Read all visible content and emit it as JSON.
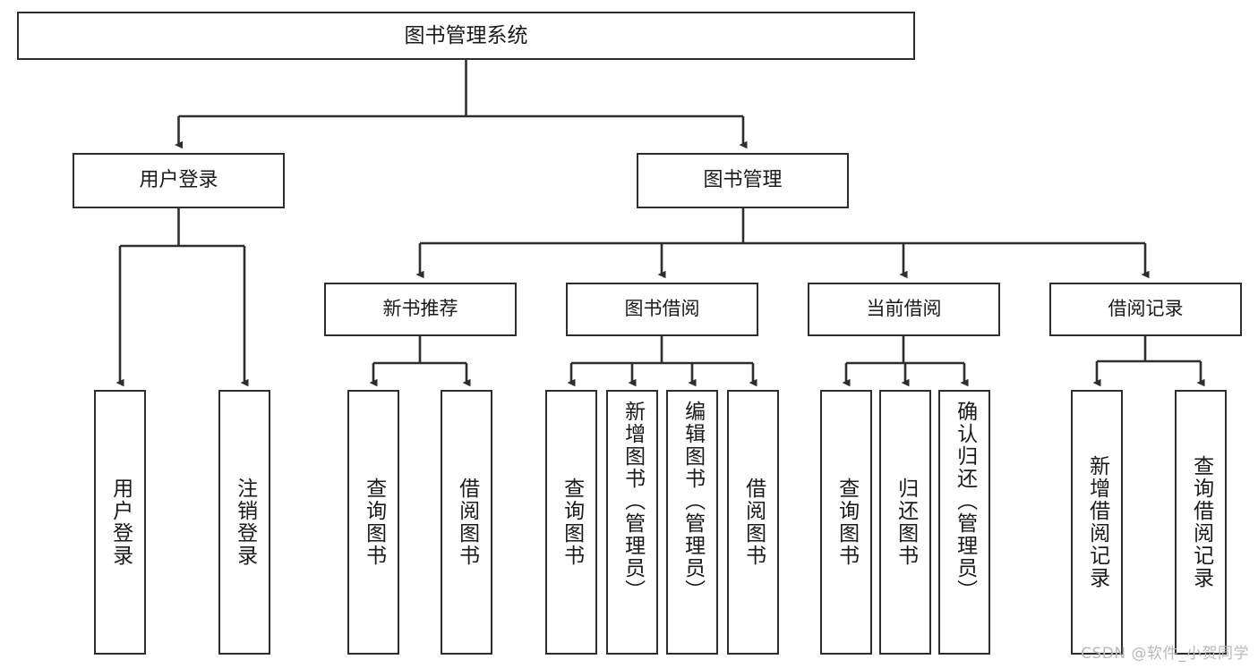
{
  "diagram": {
    "title": "图书管理系统",
    "type": "tree",
    "watermark": "CSDN @软件_小贺同学",
    "stroke_color": "#2e2e2e",
    "fill_color": "#ffffff",
    "text_color": "#1a1a1a",
    "background_color": "#ffffff"
  },
  "nodes": {
    "root": {
      "label": "图书管理系统"
    },
    "level1": [
      {
        "id": "user-login",
        "label": "用户登录"
      },
      {
        "id": "book-manage",
        "label": "图书管理"
      }
    ],
    "level2": [
      {
        "id": "new-book-recommend",
        "label": "新书推荐"
      },
      {
        "id": "book-borrow",
        "label": "图书借阅"
      },
      {
        "id": "current-borrow",
        "label": "当前借阅"
      },
      {
        "id": "borrow-record",
        "label": "借阅记录"
      }
    ],
    "leaves": {
      "user-login": [
        {
          "id": "leaf-user-login",
          "label": "用户登录"
        },
        {
          "id": "leaf-logout-login",
          "label": "注销登录"
        }
      ],
      "new-book-recommend": [
        {
          "id": "leaf-query-book-1",
          "label": "查询图书"
        },
        {
          "id": "leaf-borrow-book-1",
          "label": "借阅图书"
        }
      ],
      "book-borrow": [
        {
          "id": "leaf-query-book-2",
          "label": "查询图书"
        },
        {
          "id": "leaf-add-book",
          "label": "新增图书（管理员）"
        },
        {
          "id": "leaf-edit-book",
          "label": "编辑图书（管理员）"
        },
        {
          "id": "leaf-borrow-book-2",
          "label": "借阅图书"
        }
      ],
      "current-borrow": [
        {
          "id": "leaf-query-book-3",
          "label": "查询图书"
        },
        {
          "id": "leaf-return-book",
          "label": "归还图书"
        },
        {
          "id": "leaf-confirm-return",
          "label": "确认归还（管理员）"
        }
      ],
      "borrow-record": [
        {
          "id": "leaf-add-record",
          "label": "新增借阅记录"
        },
        {
          "id": "leaf-query-record",
          "label": "查询借阅记录"
        }
      ]
    }
  }
}
